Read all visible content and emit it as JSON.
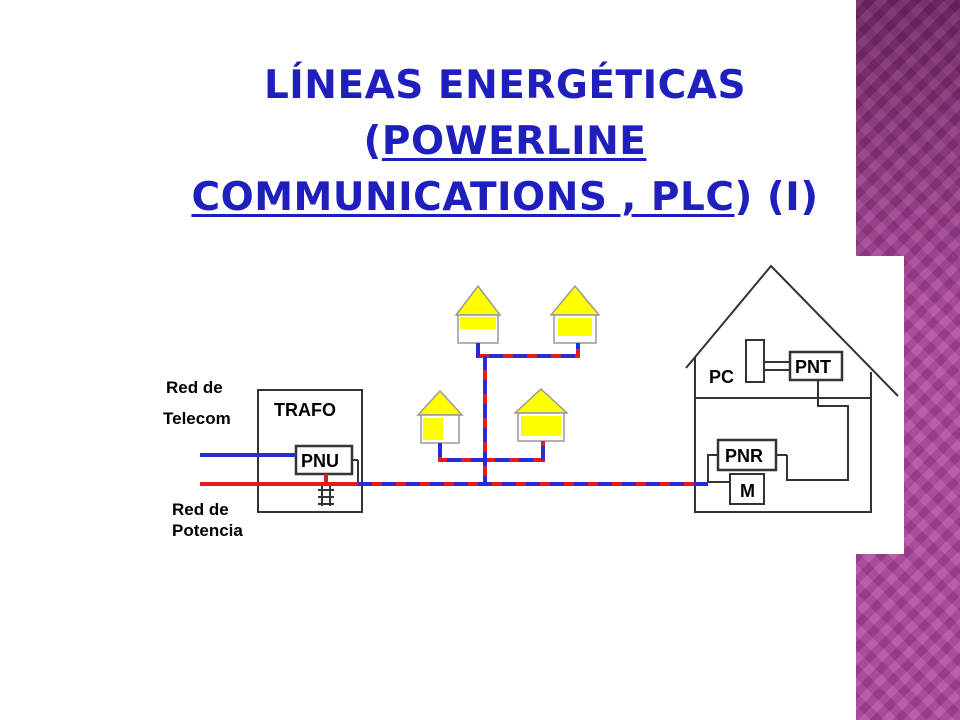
{
  "slide": {
    "title_part1": "LÍNEAS ENERGÉTICAS (",
    "title_link1": "POWERLINE",
    "title_link2": "COMMUNICATIONS , PLC",
    "title_part2": ") (I)",
    "colors": {
      "title": "#1f1fbd",
      "sidebar": "#a9479a"
    }
  },
  "diagram": {
    "labels": {
      "red_telecom_line1": "Red de",
      "red_telecom_line2": "Telecom",
      "red_potencia_line1": "Red de",
      "red_potencia_line2": "Potencia",
      "trafo": "TRAFO",
      "pnu": "PNU",
      "pc": "PC",
      "pnt": "PNT",
      "pnr": "PNR",
      "meter": "M"
    },
    "colors": {
      "power_line": "#e31b1b",
      "telecom_line": "#2b2bd6",
      "house_fill": "#ffff00"
    }
  }
}
